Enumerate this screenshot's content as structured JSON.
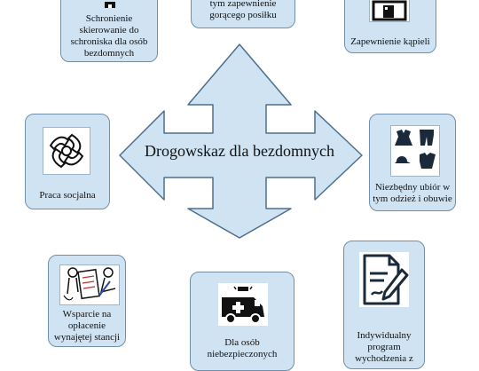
{
  "center": {
    "title": "Drogowskaz dla bezdomnych"
  },
  "cards": {
    "shelter": {
      "caption": "Schronienie skierowanie do schroniska dla osób bezdomnych",
      "icon": "shelter-icon"
    },
    "meal": {
      "caption": "tym zapewnienie gorącego posiłku",
      "icon": "meal-icon"
    },
    "bath": {
      "caption": "Zapewnienie kąpieli",
      "icon": "bath-icon"
    },
    "social_work": {
      "caption": "Praca socjalna",
      "icon": "joined-hands-icon"
    },
    "clothing": {
      "caption": "Niezbędny ubiór w tym odzież i obuwie",
      "icon": "clothing-icon"
    },
    "rent": {
      "caption": "Wsparcie na opłacenie wynajętej stancji",
      "icon": "document-signing-icon"
    },
    "unsafe": {
      "caption": "Dla osób niebezpieczonych",
      "icon": "ambulance-icon"
    },
    "program": {
      "caption": "Indywidualny program wychodzenia z",
      "icon": "document-pen-icon"
    }
  },
  "colors": {
    "card_fill": "#cfe3f2",
    "card_border": "#6f8faa",
    "arrow_fill": "#cfe3f2",
    "arrow_stroke": "#4f6f8c"
  }
}
